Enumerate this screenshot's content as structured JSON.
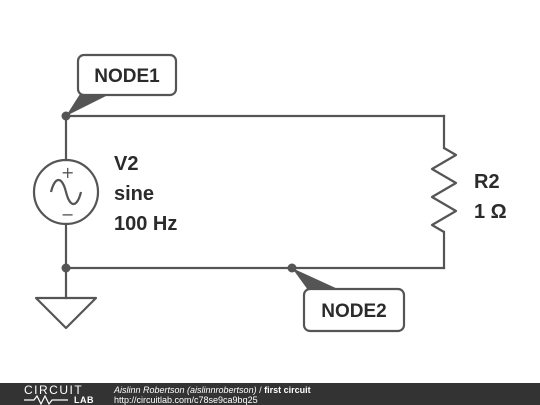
{
  "nodes": {
    "node1_label": "NODE1",
    "node2_label": "NODE2"
  },
  "source": {
    "name": "V2",
    "waveform": "sine",
    "frequency": "100 Hz",
    "plus_sign": "+",
    "minus_sign": "−"
  },
  "resistor": {
    "name": "R2",
    "value": "1 Ω"
  },
  "colors": {
    "wire": "#555555",
    "footer_bg": "#333333",
    "text": "#2b2b2b"
  },
  "footer": {
    "logo_top": "CIRCUIT",
    "logo_bottom": "LAB",
    "author": "Aislinn Robertson (aislinnrobertson)",
    "separator": " / ",
    "title": "first circuit",
    "url": "http://circuitlab.com/c78se9ca9bq25"
  }
}
